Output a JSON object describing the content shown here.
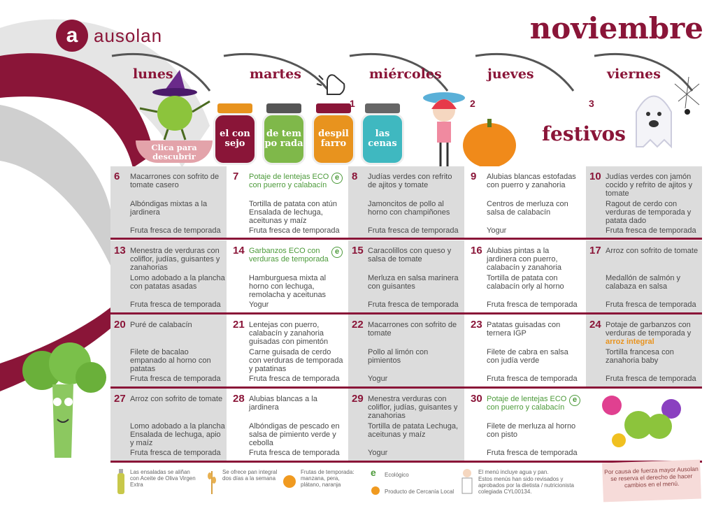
{
  "brand": {
    "name": "ausolan",
    "letter": "a"
  },
  "month": "noviembre",
  "days": {
    "lunes": "lunes",
    "martes": "martes",
    "miercoles": "miércoles",
    "jueves": "jueves",
    "viernes": "viernes"
  },
  "header_dates": {
    "d1": "1",
    "d2": "2",
    "d3": "3"
  },
  "festivos": "festivos",
  "clica": "Clica para descubrir",
  "jars": [
    {
      "label": "el con sejo",
      "lid": "#e8931e",
      "color": "#8a1538"
    },
    {
      "label": "de tem po rada",
      "lid": "#555555",
      "color": "#7fb84a"
    },
    {
      "label": "despil farro",
      "lid": "#8a1538",
      "color": "#e8931e"
    },
    {
      "label": "las cenas",
      "lid": "#666666",
      "color": "#3fb8c0"
    }
  ],
  "weeks": [
    [
      {
        "n": "6",
        "a": "Macarrones con sofrito de tomate casero",
        "b": "Albóndigas mixtas a la jardinera",
        "c": "Fruta fresca de temporada"
      },
      {
        "n": "7",
        "a": "Potaje de lentejas ECO con puerro y calabacín",
        "b": "Tortilla de patata con atún Ensalada de lechuga, aceitunas y maíz",
        "c": "Fruta fresca de temporada",
        "eco": "e"
      },
      {
        "n": "8",
        "a": "Judías verdes con refrito de ajitos y tomate",
        "b": "Jamoncitos de pollo al horno con champiñones",
        "c": "Fruta fresca de temporada"
      },
      {
        "n": "9",
        "a": "Alubias blancas estofadas con puerro y zanahoria",
        "b": "Centros de merluza con salsa de calabacín",
        "c": "Yogur"
      },
      {
        "n": "10",
        "a": "Judías verdes con jamón cocido y refrito de ajitos y tomate",
        "b": "Ragout de cerdo con verduras de temporada y patata dado",
        "c": "Fruta fresca de temporada"
      }
    ],
    [
      {
        "n": "13",
        "a": "Menestra de verduras con coliflor, judías, guisantes y zanahorias",
        "b": "Lomo adobado a la plancha con patatas asadas",
        "c": "Fruta fresca de temporada"
      },
      {
        "n": "14",
        "a": "Garbanzos ECO con verduras de temporada",
        "b": "Hamburguesa mixta al horno con lechuga, remolacha y aceitunas",
        "c": "Yogur",
        "eco": "e"
      },
      {
        "n": "15",
        "a": "Caracolillos con queso y salsa de tomate",
        "b": "Merluza en salsa marinera con guisantes",
        "c": "Fruta fresca de temporada"
      },
      {
        "n": "16",
        "a": "Alubias pintas a la jardinera con puerro, calabacín y zanahoria",
        "b": "Tortilla de patata con calabacín orly al horno",
        "c": "Fruta fresca de temporada"
      },
      {
        "n": "17",
        "a": "Arroz con sofrito de tomate",
        "b": "Medallón de salmón y calabaza en salsa",
        "c": "Fruta fresca de temporada"
      }
    ],
    [
      {
        "n": "20",
        "a": "Puré de calabacín",
        "b": "Filete de bacalao empanado al horno con patatas",
        "c": "Fruta fresca de temporada"
      },
      {
        "n": "21",
        "a": "Lentejas con puerro, calabacín y zanahoria guisadas con pimentón",
        "b": "Carne guisada de cerdo con verduras de temporada y patatinas",
        "c": "Fruta fresca de temporada"
      },
      {
        "n": "22",
        "a": "Macarrones con sofrito de tomate",
        "b": "Pollo al limón con pimientos",
        "c": "Yogur"
      },
      {
        "n": "23",
        "a": "Patatas guisadas con ternera IGP",
        "b": "Filete de cabra en salsa con judía verde",
        "c": "Fruta fresca de temporada"
      },
      {
        "n": "24",
        "a": "Potaje de garbanzos con verduras de temporada y",
        "a2": "arroz integral",
        "b": "Tortilla francesa con zanahoria baby",
        "c": "Fruta fresca de temporada"
      }
    ],
    [
      {
        "n": "27",
        "a": "Arroz con sofrito de tomate",
        "b": "Lomo adobado a la plancha Ensalada de lechuga, apio y maíz",
        "c": "Fruta fresca de temporada"
      },
      {
        "n": "28",
        "a": "Alubias blancas a la jardinera",
        "b": "Albóndigas de pescado en salsa de pimiento verde y cebolla",
        "c": "Fruta fresca de temporada"
      },
      {
        "n": "29",
        "a": "Menestra verduras con coliflor, judías, guisantes y zanahorias",
        "b": "Tortilla de patata Lechuga, aceitunas y maíz",
        "c": "Yogur"
      },
      {
        "n": "30",
        "a": "Potaje de lentejas ECO con puerro y calabacín",
        "b": "Filete de merluza al horno con pisto",
        "c": "Fruta fresca de temporada",
        "eco": "e"
      }
    ]
  ],
  "footer": {
    "oil": "Las ensaladas se aliñan con Aceite de Oliva Virgen Extra",
    "bread": "Se ofrece pan integral dos días a la semana",
    "fruit": "Frutas de temporada: manzana, pera, plátano, naranja",
    "eco": "Ecológico",
    "local": "Producto de Cercanía Local",
    "water": "El menú incluye agua y pan.",
    "review": "Estos menús han sido revisados y aprobados por la dietista / nutricionista colegiada CYL00134.",
    "notice": "Por causa de fuerza mayor Ausolan se reserva el derecho de hacer cambios en el menú."
  },
  "colors": {
    "brand": "#8a1538",
    "eco": "#4c9a3a",
    "accent": "#e8931e",
    "cell_gray": "#dcdcdc"
  }
}
